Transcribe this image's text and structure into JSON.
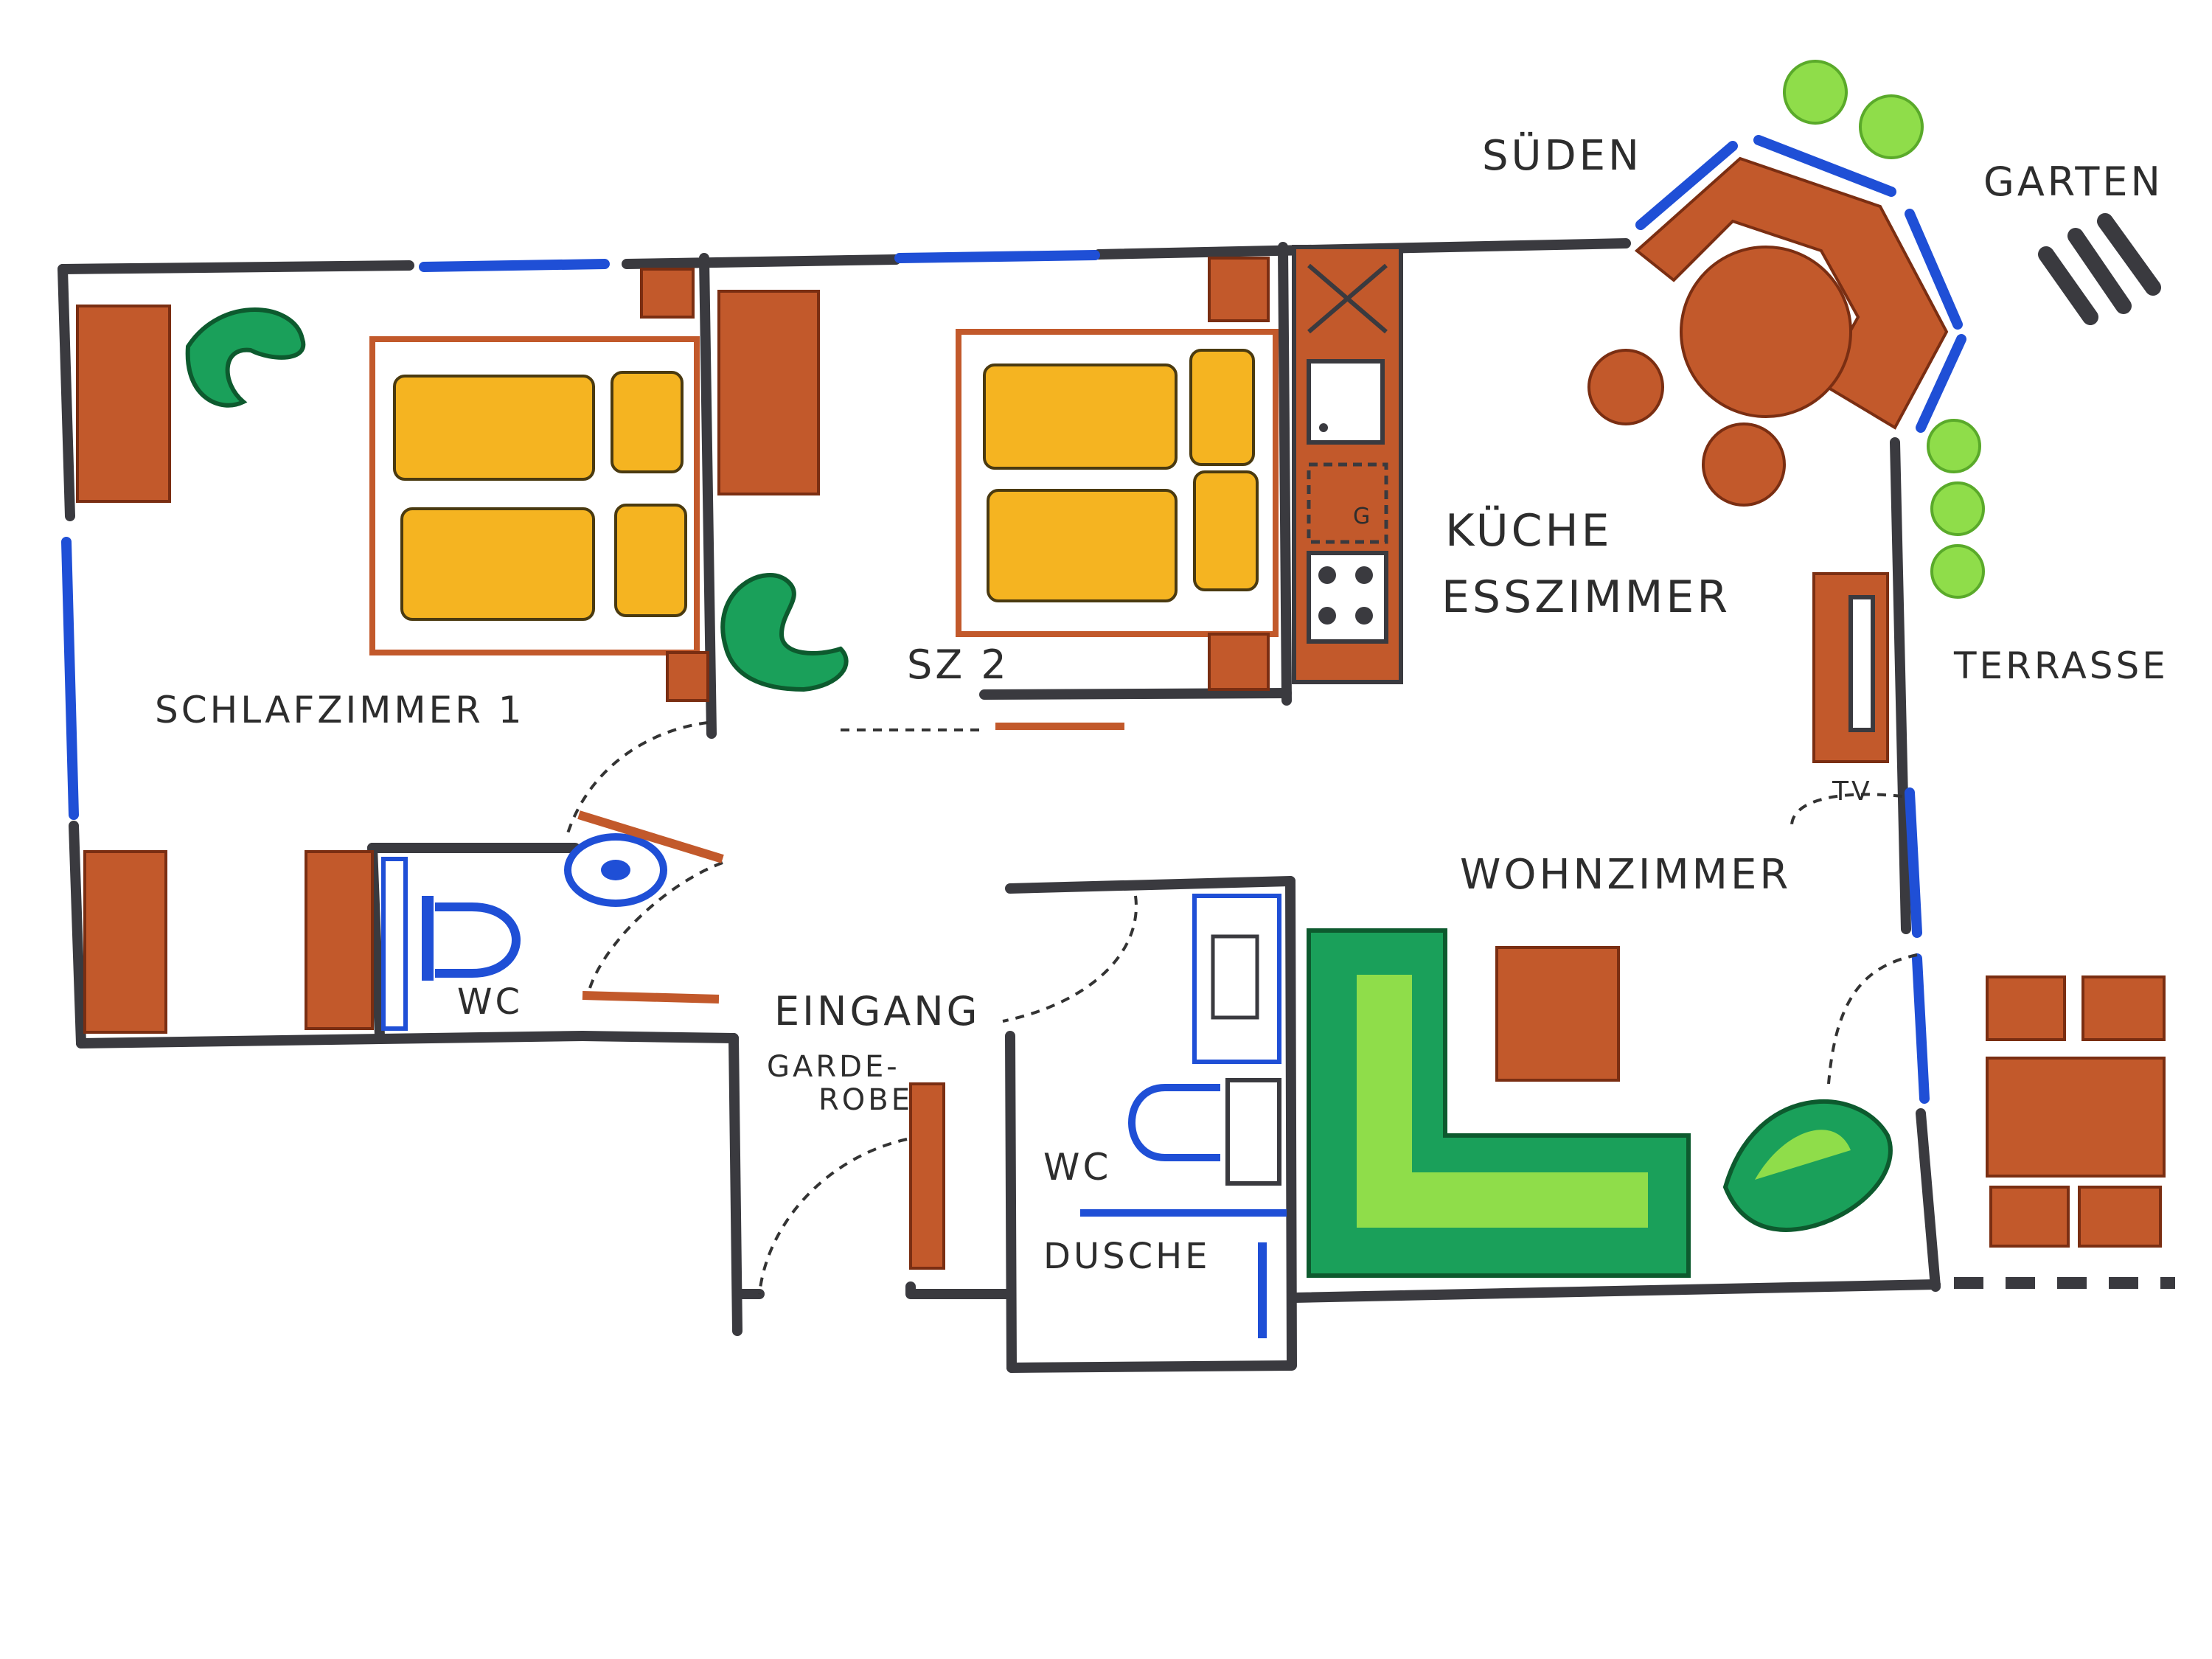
{
  "labels": {
    "sueden": "SÜDEN",
    "garten": "GARTEN",
    "schlafzimmer": "SCHLAFZIMMER 1",
    "sz2": "SZ 2",
    "kueche": "KÜCHE",
    "esszimmer": "ESSZIMMER",
    "terrasse": "TERRASSE",
    "tv": "TV",
    "wohnzimmer": "WOHNZIMMER",
    "eingang": "EINGANG",
    "garde": "GARDE-",
    "robe": "ROBE",
    "wc1": "WC",
    "wc2": "WC",
    "dusche": "DUSCHE",
    "g": "G"
  },
  "colors": {
    "wall": "#3a3a3f",
    "window": "#1f4fd6",
    "wood": "#c2592b",
    "bed": "#f5b421",
    "sofa": "#1aa05a",
    "plant": "#8fdd4a"
  }
}
